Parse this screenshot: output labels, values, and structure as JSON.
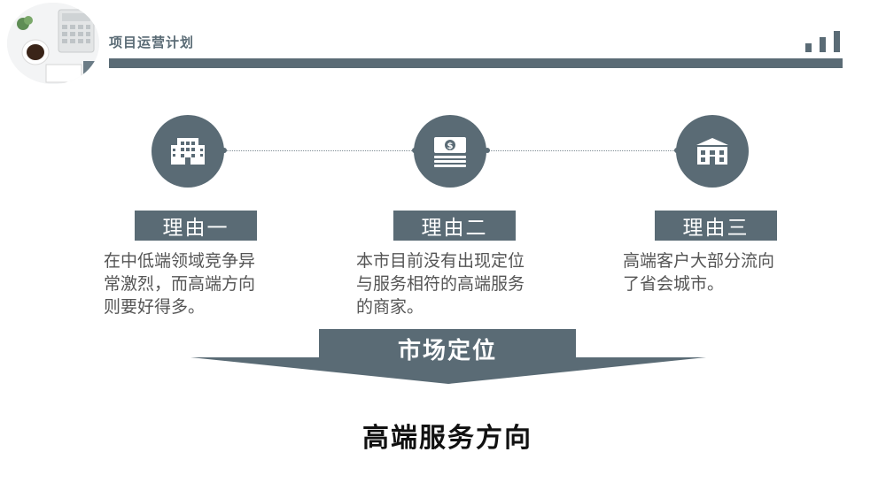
{
  "header": {
    "title": "项目运营计划"
  },
  "reasons": [
    {
      "label": "理由一",
      "icon": "building-icon",
      "text_lines": [
        "在中低端领域竞争异",
        "常激烈，而高端方向",
        "则要好得多。"
      ]
    },
    {
      "label": "理由二",
      "icon": "money-stack-icon",
      "text_lines": [
        "本市目前没有出现定位",
        "与服务相符的高端服务",
        "的商家。"
      ]
    },
    {
      "label": "理由三",
      "icon": "store-icon",
      "text_lines": [
        "高端客户大部分流向",
        "了省会城市。"
      ]
    }
  ],
  "market": {
    "label": "市场定位",
    "conclusion": "高端服务方向"
  },
  "colors": {
    "accent": "#5a6b75",
    "text": "#555555",
    "heading": "#111111"
  }
}
